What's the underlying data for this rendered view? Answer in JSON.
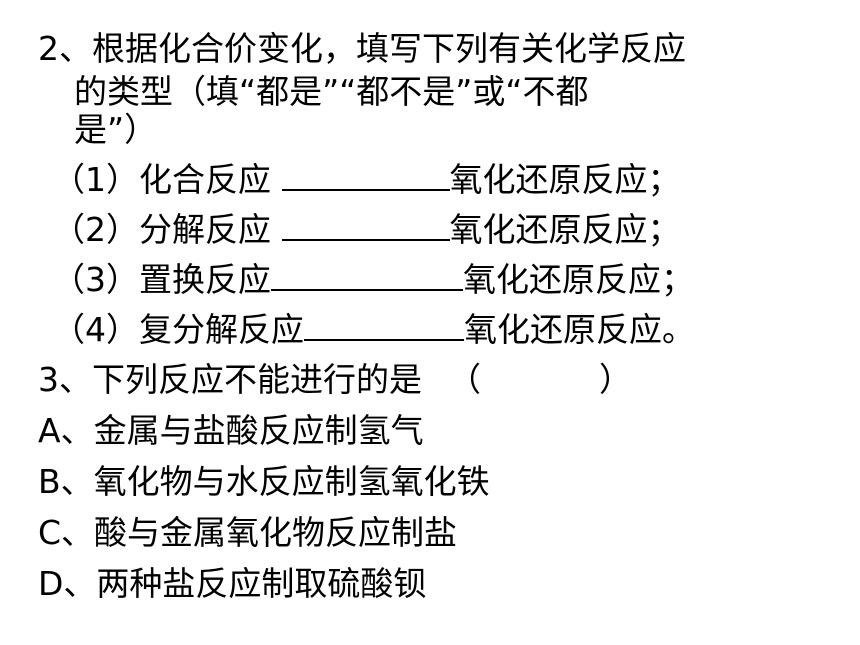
{
  "q2": {
    "line1": "2、根据化合价变化，填写下列有关化学反应",
    "line2": "的类型（填“都是”“都不是”或“不都",
    "line3": "是”）",
    "items": [
      {
        "prefix": "（1）化合反应 ",
        "suffix": "氧化还原反应；"
      },
      {
        "prefix": "（2）分解反应 ",
        "suffix": "氧化还原反应；"
      },
      {
        "prefix": "（3）置换反应",
        "suffix": "氧化还原反应；"
      },
      {
        "prefix": "（4）复分解反应",
        "suffix": "氧化还原反应。"
      }
    ]
  },
  "q3": {
    "stem": "3、下列反应不能进行的是",
    "paren_open": "（",
    "paren_close": "）",
    "options": [
      "A、金属与盐酸反应制氢气",
      "B、氧化物与水反应制氢氧化铁",
      "C、酸与金属氧化物反应制盐",
      "D、两种盐反应制取硫酸钡"
    ]
  }
}
